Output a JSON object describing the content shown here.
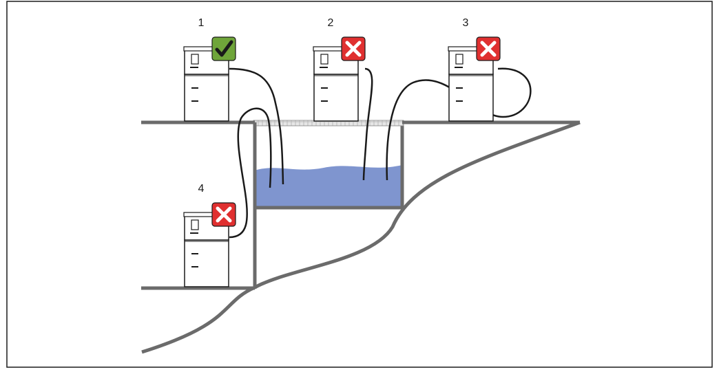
{
  "colors": {
    "border": "#1a1a1a",
    "ground": "#6b6b6b",
    "water": "#7f95cf",
    "unit_stroke": "#1a1a1a",
    "ok_badge": "#6fa53a",
    "bad_badge": "#e03030",
    "tube": "#1a1a1a",
    "cover": "#cccccc"
  },
  "samplers": [
    {
      "number": "1",
      "status": "correct",
      "icon": "checkmark-icon"
    },
    {
      "number": "2",
      "status": "incorrect",
      "icon": "cross-icon"
    },
    {
      "number": "3",
      "status": "incorrect",
      "icon": "cross-icon"
    },
    {
      "number": "4",
      "status": "incorrect",
      "icon": "cross-icon"
    }
  ]
}
